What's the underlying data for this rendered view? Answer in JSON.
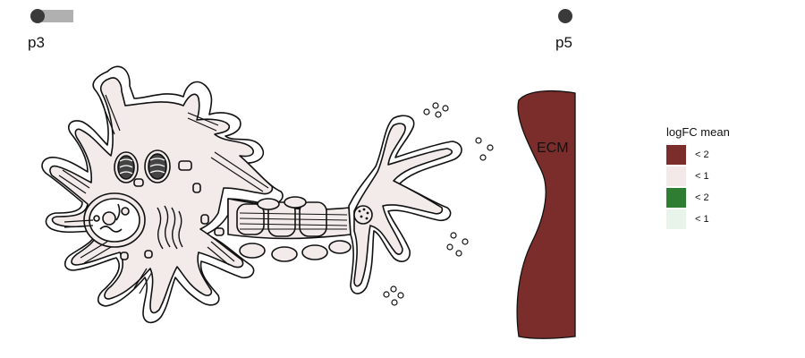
{
  "panels": {
    "p3_label": "p3",
    "p5_label": "p5",
    "p3_slider_value": 0.4
  },
  "ecm": {
    "label": "ECM",
    "color": "#7b2d2b"
  },
  "cell": {
    "fill": "#f2ebea",
    "stroke": "#111111"
  },
  "legend": {
    "title": "logFC mean",
    "items": [
      {
        "label": "< 2",
        "color": "#7b2d2b"
      },
      {
        "label": "< 1",
        "color": "#f4e9e9"
      },
      {
        "label": "< 2",
        "color": "#2e7d32"
      },
      {
        "label": "< 1",
        "color": "#e8f3ea"
      }
    ]
  }
}
